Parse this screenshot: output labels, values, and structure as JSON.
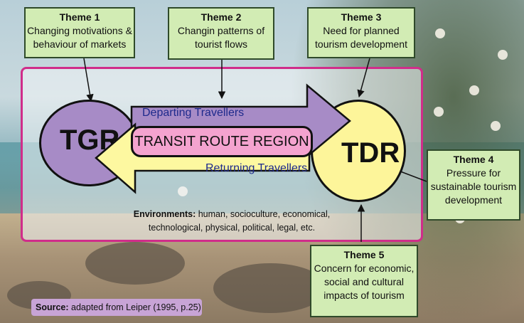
{
  "regions": {
    "tgr": "TGR",
    "tdr": "TDR",
    "transit": "TRANSIT ROUTE REGION"
  },
  "flows": {
    "departing": "Departing Travellers",
    "returning": "Returning Travellers"
  },
  "themes": [
    {
      "title": "Theme 1",
      "line1": "Changing motivations &",
      "line2": "behaviour of markets"
    },
    {
      "title": "Theme 2",
      "line1": "Changin patterns of",
      "line2": "tourist flows"
    },
    {
      "title": "Theme 3",
      "line1": "Need for planned",
      "line2": "tourism development"
    },
    {
      "title": "Theme 4",
      "line1": "Pressure for",
      "line2": "sustainable tourism",
      "line3": "development"
    },
    {
      "title": "Theme 5",
      "line1": "Concern for economic,",
      "line2": "social and cultural",
      "line3": "impacts of tourism"
    }
  ],
  "environments": {
    "label": "Environments:",
    "line1": "human, socioculture, economical,",
    "line2": "technological, physical, political, legal, etc."
  },
  "source": {
    "label": "Source:",
    "text": "adapted from Leiper (1995, p.25)"
  },
  "colors": {
    "frame": "#d02d8a",
    "tgr_fill": "#a78bc6",
    "tdr_fill": "#fdf59a",
    "depart_arrow": "#a78bc6",
    "return_arrow": "#fdf8a0",
    "transit_fill": "#f4a3cf",
    "theme_fill": "#d2ecb4",
    "flow_text": "#1e2a8c"
  }
}
